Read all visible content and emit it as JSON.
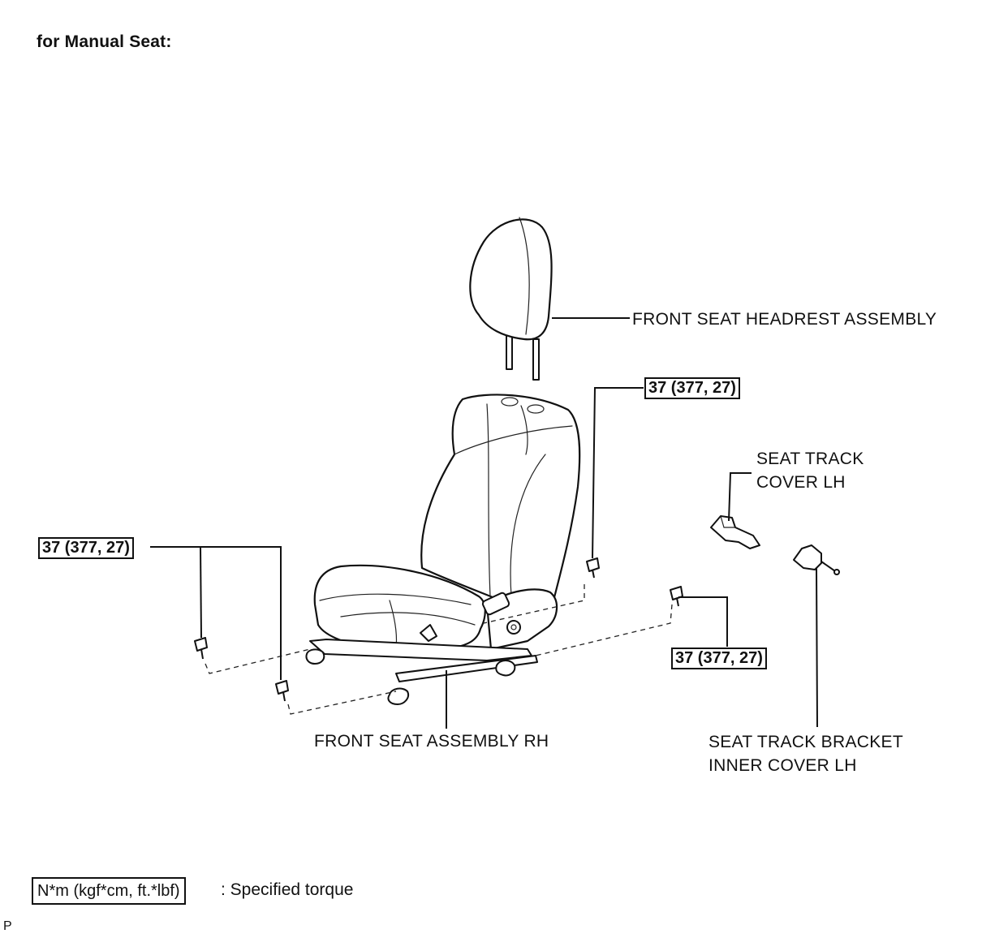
{
  "title": "for Manual Seat:",
  "labels": {
    "headrest": "FRONT SEAT HEADREST ASSEMBLY",
    "track_cover": [
      "SEAT TRACK",
      "COVER LH"
    ],
    "seat_assembly": "FRONT SEAT ASSEMBLY RH",
    "bracket_cover": [
      "SEAT TRACK BRACKET",
      "INNER COVER LH"
    ]
  },
  "torque": {
    "rear_right": "37 (377, 27)",
    "rear_left": "37 (377, 27)",
    "front_right": "37 (377, 27)"
  },
  "legend": {
    "unit": "N*m (kgf*cm, ft.*lbf)",
    "description": ": Specified torque"
  },
  "corner_mark": "P"
}
